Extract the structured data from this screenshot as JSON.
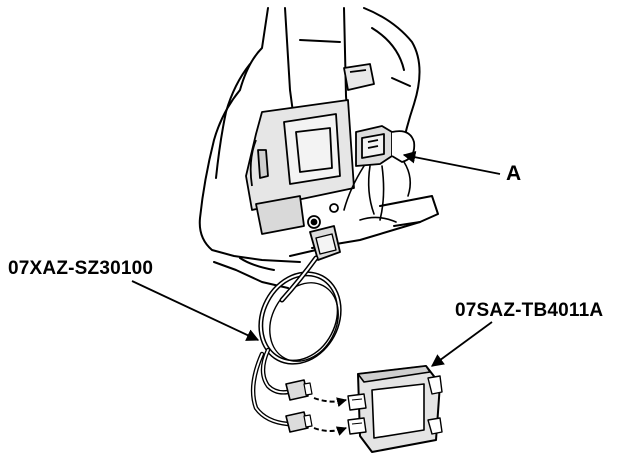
{
  "callouts": {
    "a": "A",
    "harness_part": "07XAZ-SZ30100",
    "unit_part": "07SAZ-TB4011A"
  }
}
